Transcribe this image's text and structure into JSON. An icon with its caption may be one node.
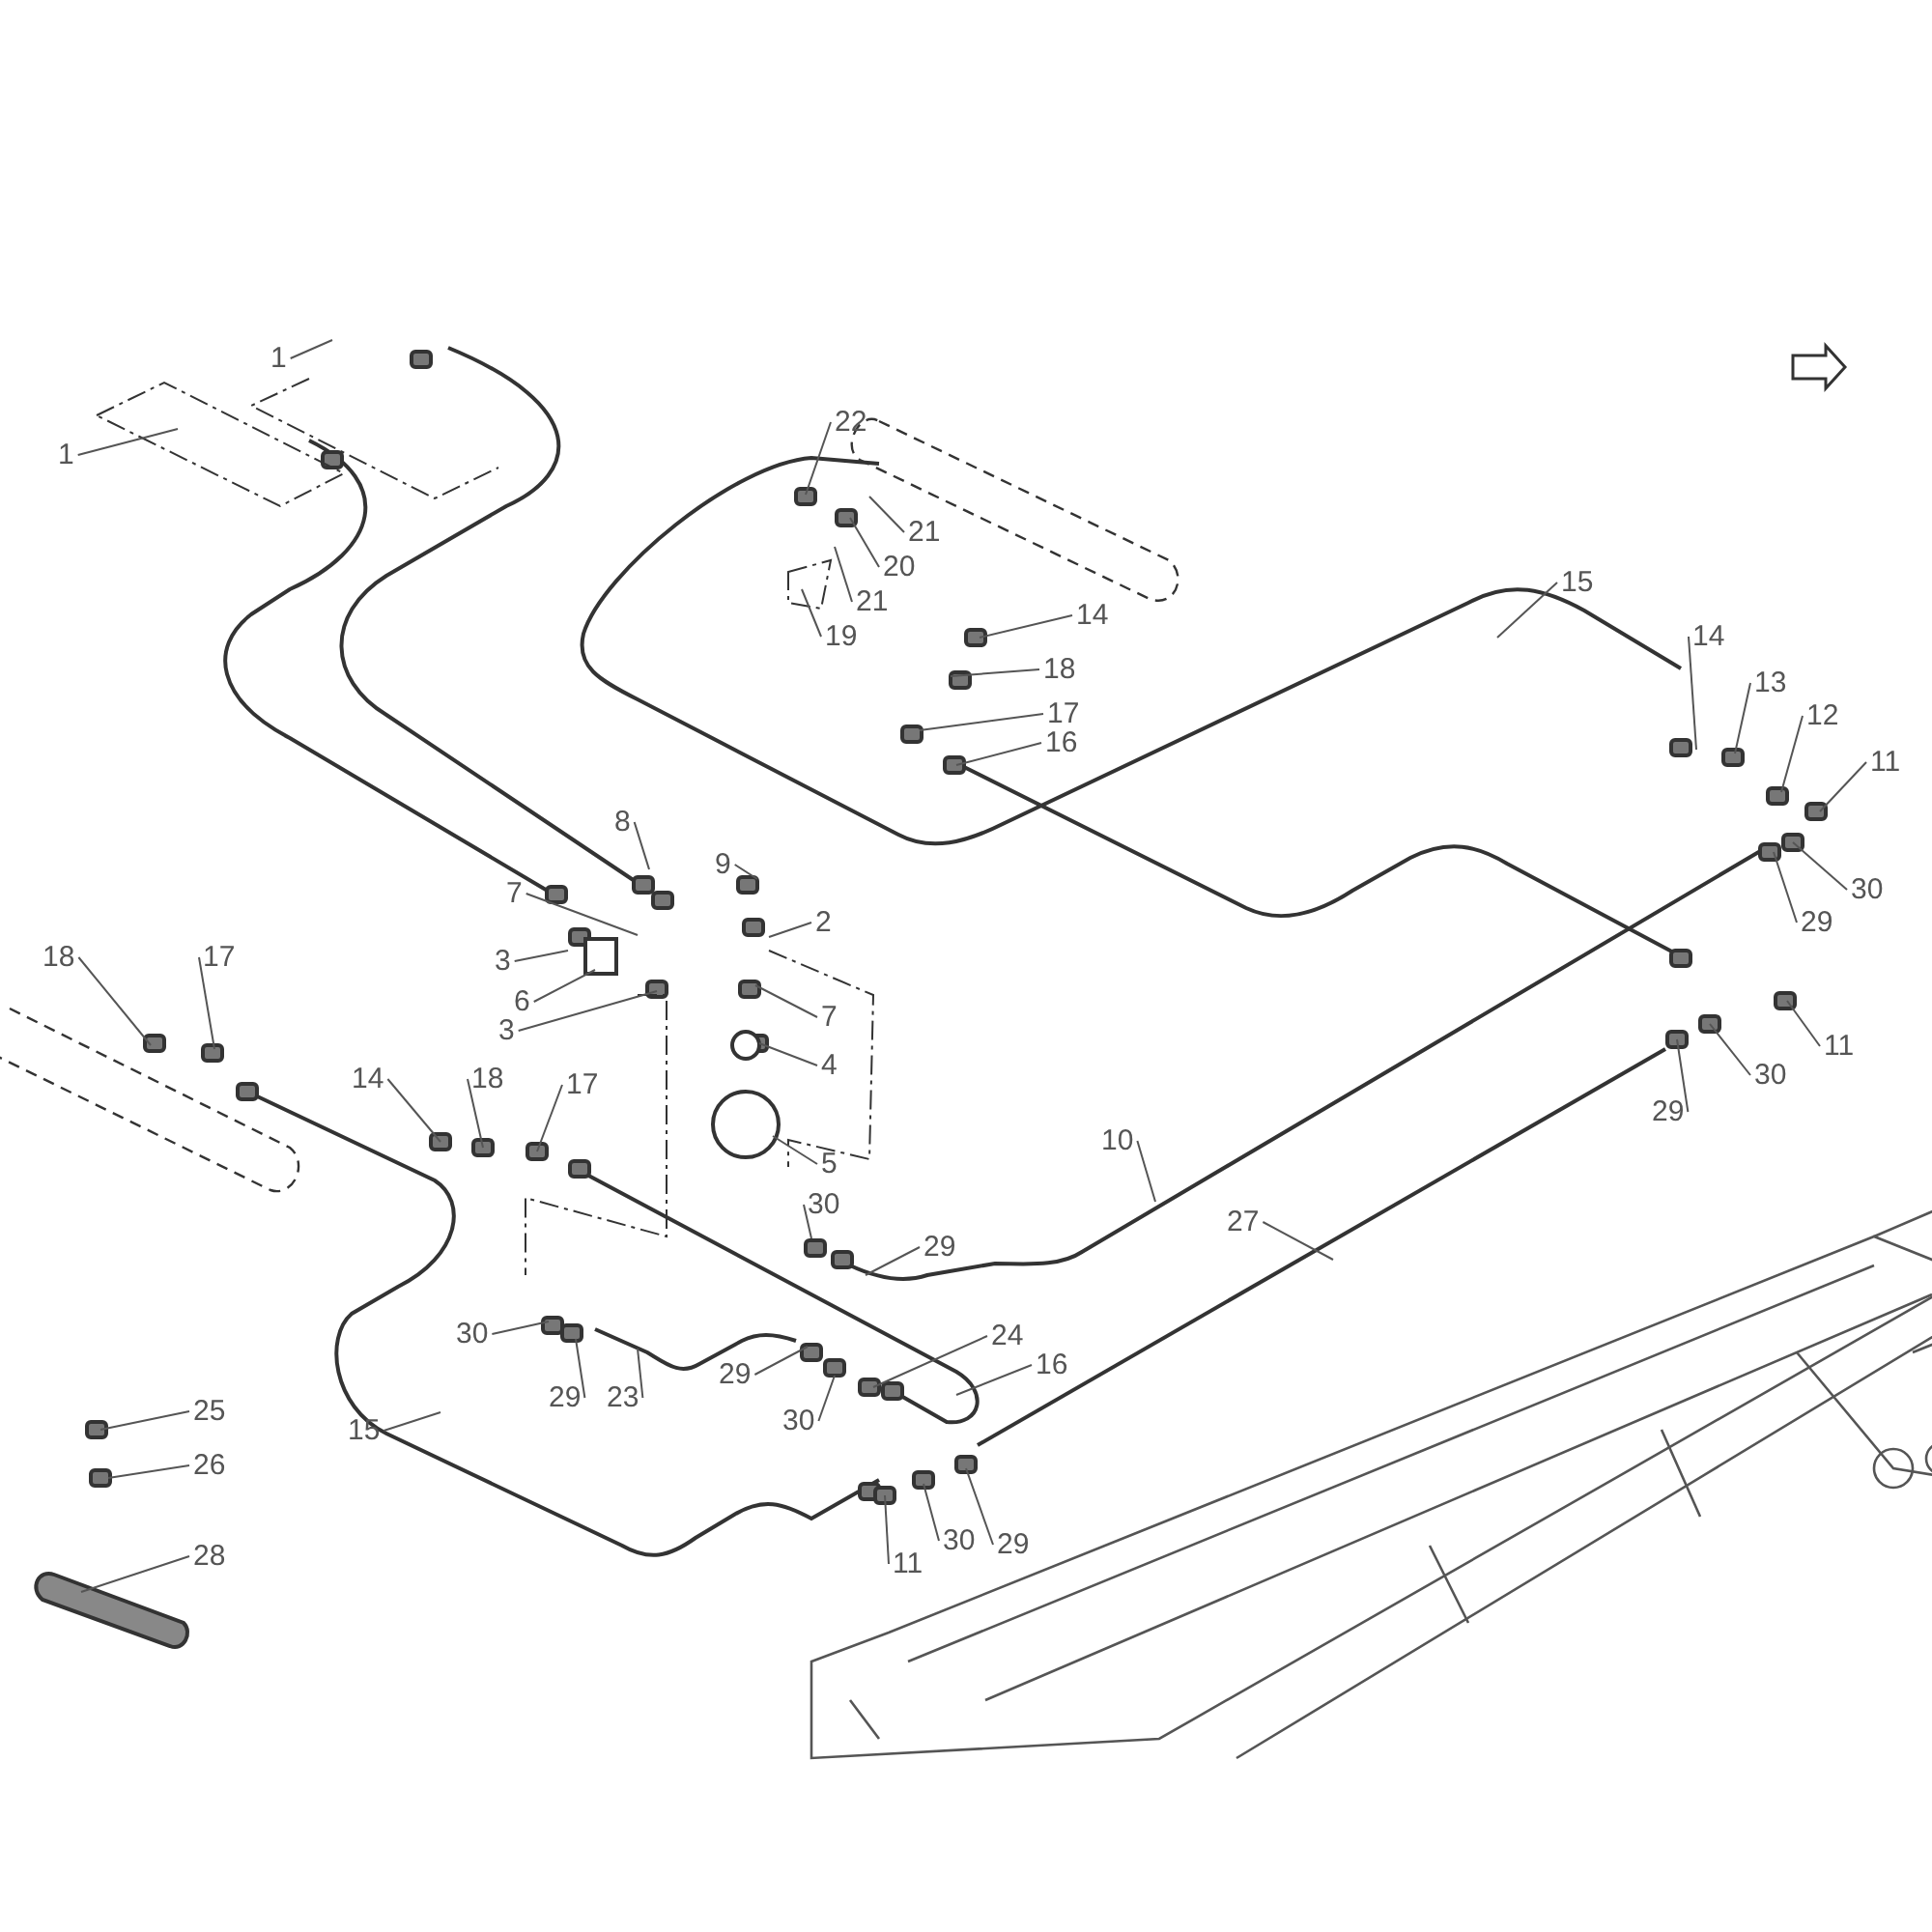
{
  "diagram": {
    "nodes": [
      {
        "text": [
          "1"
        ]
      },
      {
        "text": [
          "1"
        ]
      },
      {
        "text": [
          "22"
        ]
      },
      {
        "text": [
          "21"
        ]
      },
      {
        "text": [
          "20"
        ]
      },
      {
        "text": [
          "21"
        ]
      },
      {
        "text": [
          "19"
        ]
      },
      {
        "text": [
          "14"
        ]
      },
      {
        "text": [
          "18"
        ]
      },
      {
        "text": [
          "17"
        ]
      },
      {
        "text": [
          "16"
        ]
      },
      {
        "text": [
          "15"
        ]
      },
      {
        "text": [
          "14"
        ]
      },
      {
        "text": [
          "13"
        ]
      },
      {
        "text": [
          "12"
        ]
      },
      {
        "text": [
          "11"
        ]
      },
      {
        "text": [
          "30"
        ]
      },
      {
        "text": [
          "29"
        ]
      },
      {
        "text": [
          "8"
        ]
      },
      {
        "text": [
          "9"
        ]
      },
      {
        "text": [
          "2"
        ]
      },
      {
        "text": [
          "7"
        ]
      },
      {
        "text": [
          "3"
        ]
      },
      {
        "text": [
          "6"
        ]
      },
      {
        "text": [
          "3"
        ]
      },
      {
        "text": [
          "7"
        ]
      },
      {
        "text": [
          "4"
        ]
      },
      {
        "text": [
          "5"
        ]
      },
      {
        "text": [
          "11"
        ]
      },
      {
        "text": [
          "30"
        ]
      },
      {
        "text": [
          "29"
        ]
      },
      {
        "text": [
          "10"
        ]
      },
      {
        "text": [
          "27"
        ]
      },
      {
        "text": [
          "18"
        ]
      },
      {
        "text": [
          "17"
        ]
      },
      {
        "text": [
          "14"
        ]
      },
      {
        "text": [
          "18"
        ]
      },
      {
        "text": [
          "17"
        ]
      },
      {
        "text": [
          "30"
        ]
      },
      {
        "text": [
          "29"
        ]
      },
      {
        "text": [
          "30"
        ]
      },
      {
        "text": [
          "29"
        ]
      },
      {
        "text": [
          "23"
        ]
      },
      {
        "text": [
          "29"
        ]
      },
      {
        "text": [
          "30"
        ]
      },
      {
        "text": [
          "24"
        ]
      },
      {
        "text": [
          "16"
        ]
      },
      {
        "text": [
          "15"
        ]
      },
      {
        "text": [
          "11"
        ]
      },
      {
        "text": [
          "30"
        ]
      },
      {
        "text": [
          "29"
        ]
      },
      {
        "text": [
          "25"
        ]
      },
      {
        "text": [
          "26"
        ]
      },
      {
        "text": [
          "28"
        ]
      }
    ],
    "edges": [
      {
        "from": 0,
        "to": null,
        "arrow": "none"
      },
      {
        "from": 1,
        "to": null,
        "arrow": "none"
      },
      {
        "from": 2,
        "to": null,
        "arrow": "none"
      },
      {
        "from": 3,
        "to": null,
        "arrow": "none"
      },
      {
        "from": 4,
        "to": null,
        "arrow": "none"
      },
      {
        "from": 5,
        "to": null,
        "arrow": "none"
      },
      {
        "from": 6,
        "to": null,
        "arrow": "none"
      },
      {
        "from": 7,
        "to": null,
        "arrow": "none"
      },
      {
        "from": 8,
        "to": null,
        "arrow": "none"
      },
      {
        "from": 9,
        "to": null,
        "arrow": "none"
      },
      {
        "from": 10,
        "to": null,
        "arrow": "none"
      },
      {
        "from": 11,
        "to": null,
        "arrow": "none"
      },
      {
        "from": 12,
        "to": null,
        "arrow": "none"
      },
      {
        "from": 13,
        "to": null,
        "arrow": "none"
      },
      {
        "from": 14,
        "to": null,
        "arrow": "none"
      },
      {
        "from": 15,
        "to": null,
        "arrow": "none"
      },
      {
        "from": 16,
        "to": null,
        "arrow": "none"
      },
      {
        "from": 17,
        "to": null,
        "arrow": "none"
      },
      {
        "from": 18,
        "to": null,
        "arrow": "none"
      },
      {
        "from": 19,
        "to": null,
        "arrow": "none"
      },
      {
        "from": 20,
        "to": null,
        "arrow": "none"
      },
      {
        "from": 21,
        "to": null,
        "arrow": "none"
      },
      {
        "from": 22,
        "to": null,
        "arrow": "none"
      },
      {
        "from": 23,
        "to": null,
        "arrow": "none"
      },
      {
        "from": 24,
        "to": null,
        "arrow": "none"
      },
      {
        "from": 25,
        "to": null,
        "arrow": "none"
      },
      {
        "from": 26,
        "to": null,
        "arrow": "none"
      },
      {
        "from": 27,
        "to": null,
        "arrow": "none"
      },
      {
        "from": 28,
        "to": null,
        "arrow": "none"
      },
      {
        "from": 29,
        "to": null,
        "arrow": "none"
      },
      {
        "from": 30,
        "to": null,
        "arrow": "none"
      },
      {
        "from": 31,
        "to": null,
        "arrow": "none"
      },
      {
        "from": 32,
        "to": null,
        "arrow": "none"
      },
      {
        "from": 33,
        "to": null,
        "arrow": "none"
      },
      {
        "from": 34,
        "to": null,
        "arrow": "none"
      },
      {
        "from": 35,
        "to": null,
        "arrow": "none"
      },
      {
        "from": 36,
        "to": null,
        "arrow": "none"
      },
      {
        "from": 37,
        "to": null,
        "arrow": "none"
      },
      {
        "from": 38,
        "to": null,
        "arrow": "none"
      },
      {
        "from": 39,
        "to": null,
        "arrow": "none"
      },
      {
        "from": 40,
        "to": null,
        "arrow": "none"
      },
      {
        "from": 41,
        "to": null,
        "arrow": "none"
      },
      {
        "from": 42,
        "to": null,
        "arrow": "none"
      },
      {
        "from": 43,
        "to": null,
        "arrow": "none"
      },
      {
        "from": 44,
        "to": null,
        "arrow": "none"
      },
      {
        "from": 45,
        "to": null,
        "arrow": "none"
      },
      {
        "from": 46,
        "to": null,
        "arrow": "none"
      },
      {
        "from": 47,
        "to": null,
        "arrow": "none"
      },
      {
        "from": 48,
        "to": null,
        "arrow": "none"
      },
      {
        "from": 49,
        "to": null,
        "arrow": "none"
      },
      {
        "from": 50,
        "to": null,
        "arrow": "none"
      },
      {
        "from": 51,
        "to": null,
        "arrow": "none"
      },
      {
        "from": 52,
        "to": null,
        "arrow": "none"
      },
      {
        "from": 53,
        "to": null,
        "arrow": "none"
      }
    ]
  }
}
